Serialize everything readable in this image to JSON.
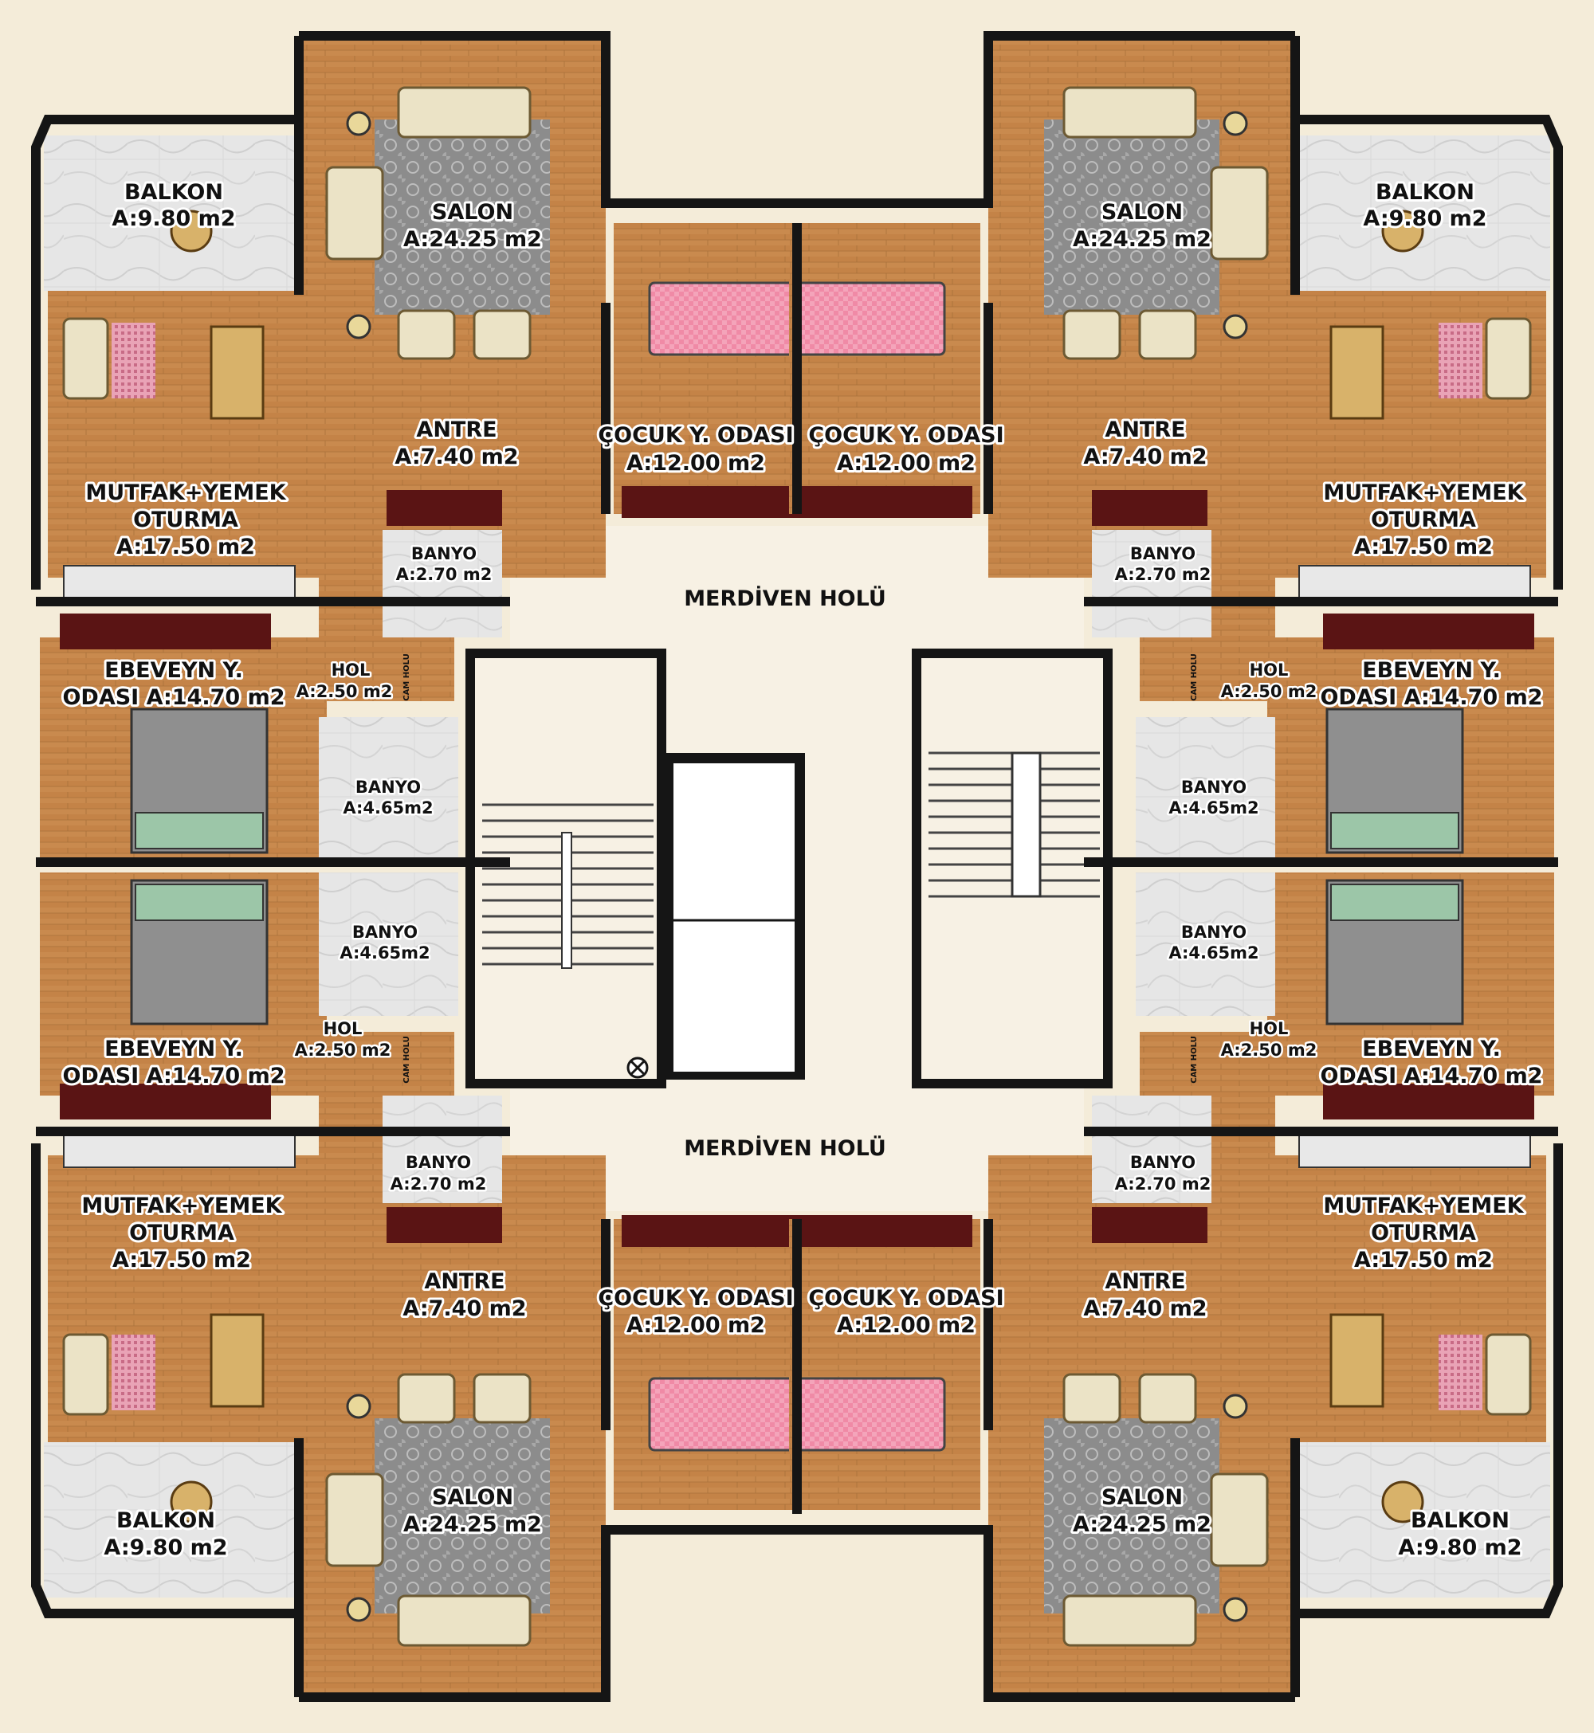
{
  "plan": {
    "hall_top": "MERDİVEN HOLÜ",
    "hall_bottom": "MERDİVEN HOLÜ",
    "cam_holu": "CAM HOLU",
    "apartments": {
      "north_west": {
        "balkon": {
          "name": "BALKON",
          "area": "A:9.80 m2"
        },
        "salon": {
          "name": "SALON",
          "area": "A:24.25 m2"
        },
        "cocuk": {
          "name": "ÇOCUK Y. ODASI",
          "area": "A:12.00 m2"
        },
        "antre": {
          "name": "ANTRE",
          "area": "A:7.40 m2"
        },
        "mutfak": {
          "name1": "MUTFAK+YEMEK",
          "name2": "OTURMA",
          "area": "A:17.50 m2"
        },
        "banyo_small": {
          "name": "BANYO",
          "area": "A:2.70 m2"
        },
        "hol": {
          "name": "HOL",
          "area": "A:2.50 m2"
        },
        "ebeveyn": {
          "name1": "EBEVEYN Y.",
          "name2": "ODASI A:14.70 m2"
        },
        "banyo_large": {
          "name": "BANYO",
          "area": "A:4.65m2"
        }
      },
      "north_east": {
        "balkon": {
          "name": "BALKON",
          "area": "A:9.80 m2"
        },
        "salon": {
          "name": "SALON",
          "area": "A:24.25 m2"
        },
        "cocuk": {
          "name": "ÇOCUK Y. ODASI",
          "area": "A:12.00 m2"
        },
        "antre": {
          "name": "ANTRE",
          "area": "A:7.40 m2"
        },
        "mutfak": {
          "name1": "MUTFAK+YEMEK",
          "name2": "OTURMA",
          "area": "A:17.50 m2"
        },
        "banyo_small": {
          "name": "BANYO",
          "area": "A:2.70 m2"
        },
        "hol": {
          "name": "HOL",
          "area": "A:2.50 m2"
        },
        "ebeveyn": {
          "name1": "EBEVEYN Y.",
          "name2": "ODASI A:14.70 m2"
        },
        "banyo_large": {
          "name": "BANYO",
          "area": "A:4.65m2"
        }
      },
      "south_west": {
        "balkon": {
          "name": "BALKON",
          "area": "A:9.80 m2"
        },
        "salon": {
          "name": "SALON",
          "area": "A:24.25 m2"
        },
        "cocuk": {
          "name": "ÇOCUK Y. ODASI",
          "area": "A:12.00 m2"
        },
        "antre": {
          "name": "ANTRE",
          "area": "A:7.40 m2"
        },
        "mutfak": {
          "name1": "MUTFAK+YEMEK",
          "name2": "OTURMA",
          "area": "A:17.50 m2"
        },
        "banyo_small": {
          "name": "BANYO",
          "area": "A:2.70 m2"
        },
        "hol": {
          "name": "HOL",
          "area": "A:2.50 m2"
        },
        "ebeveyn": {
          "name1": "EBEVEYN Y.",
          "name2": "ODASI A:14.70 m2"
        },
        "banyo_large": {
          "name": "BANYO",
          "area": "A:4.65m2"
        }
      },
      "south_east": {
        "balkon": {
          "name": "BALKON",
          "area": "A:9.80 m2"
        },
        "salon": {
          "name": "SALON",
          "area": "A:24.25 m2"
        },
        "cocuk": {
          "name": "ÇOCUK Y. ODASI",
          "area": "A:12.00 m2"
        },
        "antre": {
          "name": "ANTRE",
          "area": "A:7.40 m2"
        },
        "mutfak": {
          "name1": "MUTFAK+YEMEK",
          "name2": "OTURMA",
          "area": "A:17.50 m2"
        },
        "banyo_small": {
          "name": "BANYO",
          "area": "A:2.70 m2"
        },
        "hol": {
          "name": "HOL",
          "area": "A:2.50 m2"
        },
        "ebeveyn": {
          "name1": "EBEVEYN Y.",
          "name2": "ODASI A:14.70 m2"
        },
        "banyo_large": {
          "name": "BANYO",
          "area": "A:4.65m2"
        }
      }
    }
  },
  "colors": {
    "wood": "#c98a4e",
    "wall": "#151515",
    "hall": "#f7f1e4",
    "tile": "#e4e4e4",
    "rug": "#8a8a8a",
    "bed": "#f08aa6",
    "cabinet": "#5a1414",
    "sofa": "#ebe3c6",
    "table": "#d8b26a"
  }
}
